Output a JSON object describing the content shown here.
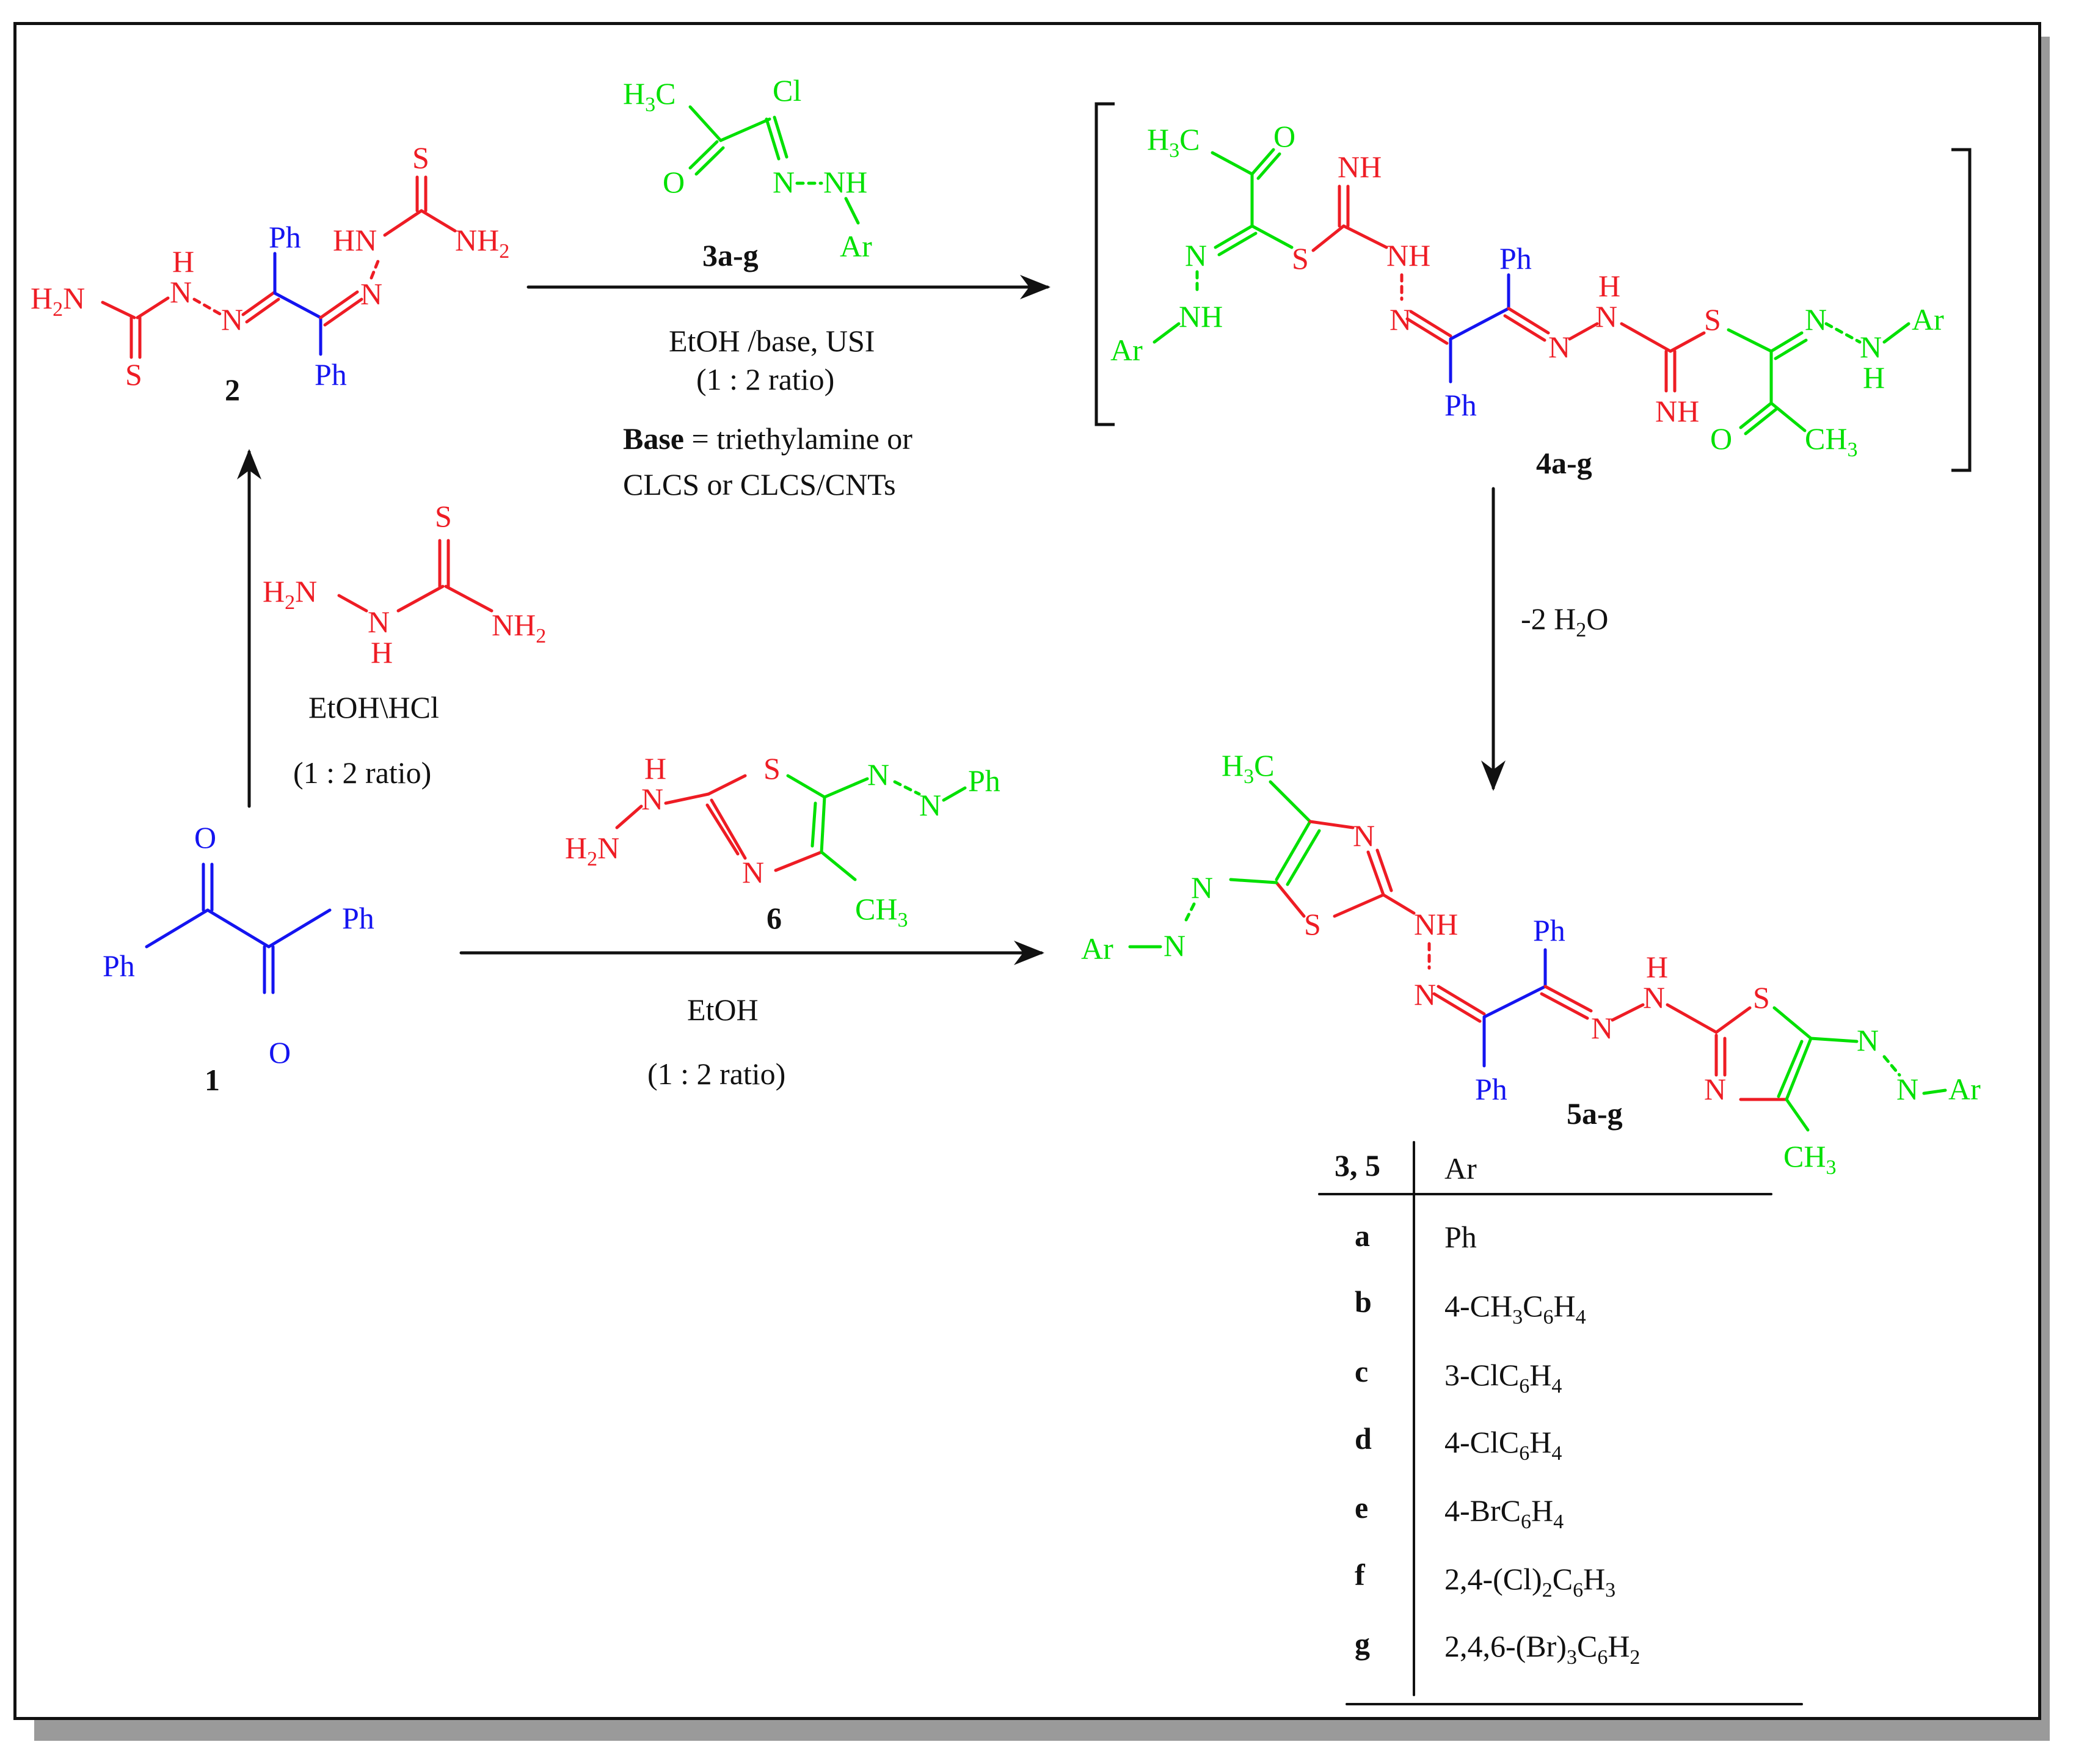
{
  "compounds": {
    "c1": "1",
    "c2": "2",
    "c3": "3a-g",
    "c4": "4a-g",
    "c5": "5a-g",
    "c6": "6"
  },
  "conditions": {
    "step_1_2": "EtOH\\HCl",
    "ratio": "(1 : 2 ratio)",
    "step_2_4": "EtOH /base, USI",
    "base_label": "Base",
    "base_text": " = triethylamine or",
    "base_text2": "CLCS or CLCS/CNTs",
    "step_1_5": "EtOH",
    "dehydration": "-2 H",
    "dehydration_o": "O"
  },
  "table": {
    "header": [
      "3, 5",
      "Ar"
    ],
    "rows": [
      {
        "key": "a",
        "ar": "Ph"
      },
      {
        "key": "b",
        "ar": "4-CH3C6H4"
      },
      {
        "key": "c",
        "ar": "3-ClC6H4"
      },
      {
        "key": "d",
        "ar": "4-ClC6H4"
      },
      {
        "key": "e",
        "ar": "4-BrC6H4"
      },
      {
        "key": "f",
        "ar": "2,4-(Cl)2C6H3"
      },
      {
        "key": "g",
        "ar": "2,4,6-(Br)3C6H2"
      }
    ]
  },
  "colors": {
    "green": "#00e000",
    "red": "#ee1c24",
    "blue": "#1414f0",
    "black": "#111111"
  }
}
